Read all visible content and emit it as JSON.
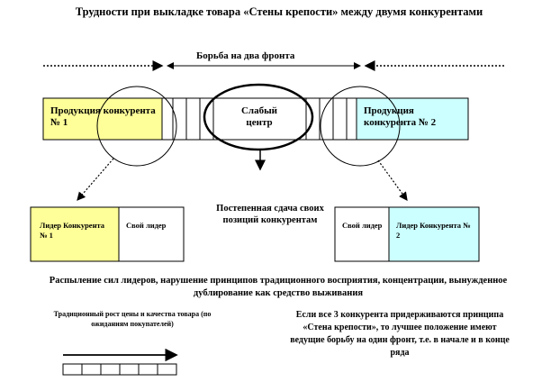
{
  "title": "Трудности при выкладке товара «Стены крепости» между двумя конкурентами",
  "fight_label": "Борьба на два фронта",
  "shelf": {
    "left_label": "Продукция конкурента № 1",
    "center_label": "Слабый центр",
    "right_label": "Продукция конкурента № 2",
    "colors": {
      "left": "#ffff99",
      "right": "#ccffff"
    }
  },
  "lower_left": {
    "leader": "Лидер Конкурента № 1",
    "own": "Свой лидер"
  },
  "lower_right": {
    "own": "Свой лидер",
    "leader": "Лидер Конкурента № 2"
  },
  "middle_text": "Постепенная сдача своих позиций конкурентам",
  "bottom_text": "Распыление сил лидеров, нарушение принципов традиционного восприятия, концентрации, вынужденное дублирование как средство выживания",
  "note_left": "Традиционный рост цены и качества товара (по ожиданиям покупателей)",
  "note_right": "Если все 3 конкурента придерживаются принципа «Стена крепости», то лучшее положение имеют ведущие борьбу на один фронт, т.е. в начале и в конце ряда"
}
